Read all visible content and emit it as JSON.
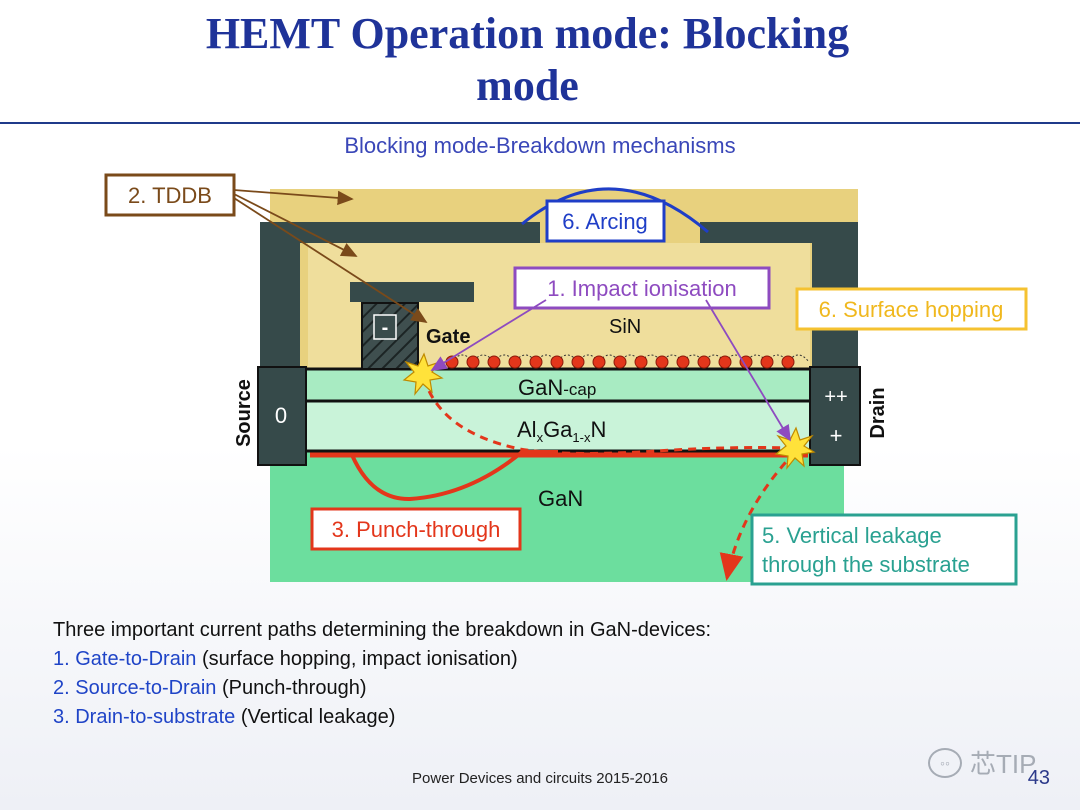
{
  "slide": {
    "title_line1": "HEMT Operation mode: Blocking",
    "title_line2": "mode",
    "diagram_heading": "Blocking mode-Breakdown mechanisms",
    "page_number": "43",
    "footer": "Power Devices and circuits 2015-2016",
    "watermark": "芯TIP"
  },
  "diagram": {
    "labels": {
      "tddb": "2. TDDB",
      "arcing": "6. Arcing",
      "impact": "1. Impact ionisation",
      "surface_hopping": "6. Surface hopping",
      "punch_through": "3. Punch-through",
      "vertical_leakage_1": "5. Vertical leakage",
      "vertical_leakage_2": "through the substrate",
      "gate": "Gate",
      "sin": "SiN",
      "gan_cap_main": "GaN",
      "gan_cap_suffix": "-cap",
      "algan_al": "Al",
      "algan_x1": "x",
      "algan_ga": "Ga",
      "algan_sub": "1-x",
      "algan_n": "N",
      "gan": "GaN",
      "source": "Source",
      "drain": "Drain",
      "source_potential": "0",
      "drain_potential_top": "++",
      "drain_potential_mid": "+",
      "gate_charge": "-"
    },
    "colors": {
      "sin": "#e8d17e",
      "sin_light": "#f1e4a8",
      "metal": "#364a4a",
      "gan_cap": "#a8ebc2",
      "algan": "#c9f3d9",
      "gan_bulk": "#6cde9e",
      "tddb_border": "#7a4a1a",
      "arcing": "#1f3ec7",
      "impact": "#8e4bc0",
      "hopping": "#f5c231",
      "punch": "#e3361b",
      "leakage": "#2aa191"
    }
  },
  "summary": {
    "intro": "Three important current paths determining the breakdown in GaN-devices:",
    "items": [
      {
        "name": "1. Gate-to-Drain",
        "detail": " (surface hopping, impact ionisation)"
      },
      {
        "name": "2. Source-to-Drain",
        "detail": " (Punch-through)"
      },
      {
        "name": "3. Drain-to-substrate",
        "detail": " (Vertical leakage)"
      }
    ]
  }
}
